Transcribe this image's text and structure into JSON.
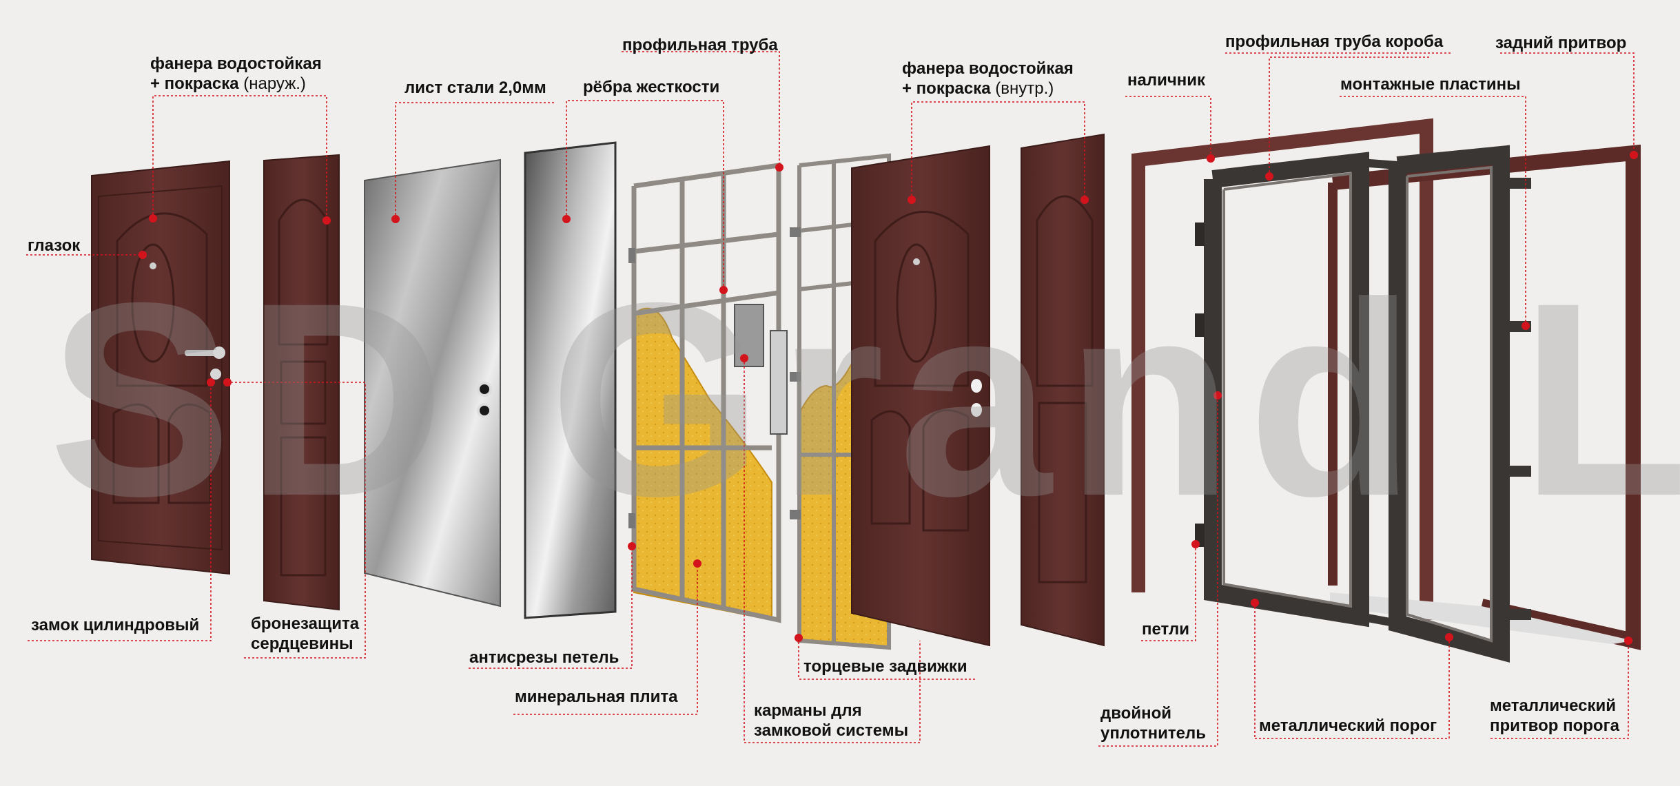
{
  "watermark": "SD Grand Lux",
  "colors": {
    "background": "#f0efed",
    "leader": "#d4141c",
    "panel_brown": "#5a2b27",
    "frame_dark": "#3a3634",
    "insulation": "#e9b732",
    "tube": "#8f8a83"
  },
  "labels": {
    "fanera_outer_l1": "фанера водостойкая",
    "fanera_outer_l2": "+ покраска",
    "fanera_outer_suffix": "(наруж.)",
    "glazok": "глазок",
    "list_stali": "лист стали 2,0мм",
    "profile_tube": "профильная труба",
    "ribs": "рёбра жесткости",
    "fanera_inner_l1": "фанера водостойкая",
    "fanera_inner_l2": "+ покраска",
    "fanera_inner_suffix": "(внутр.)",
    "nalichnik": "наличник",
    "profile_tube_box": "профильная труба короба",
    "rear_seal": "задний притвор",
    "mount_plates": "монтажные пластины",
    "cylinder_lock": "замок цилиндровый",
    "core_armor_l1": "бронезащита",
    "core_armor_l2": "сердцевины",
    "anti_cut": "антисрезы петель",
    "mineral": "минеральная плита",
    "pockets_l1": "карманы для",
    "pockets_l2": "замковой системы",
    "end_bolts": "торцевые задвижки",
    "hinges": "петли",
    "double_seal_l1": "двойной",
    "double_seal_l2": "уплотнитель",
    "metal_threshold": "металлический порог",
    "threshold_seal_l1": "металлический",
    "threshold_seal_l2": "притвор порога"
  }
}
